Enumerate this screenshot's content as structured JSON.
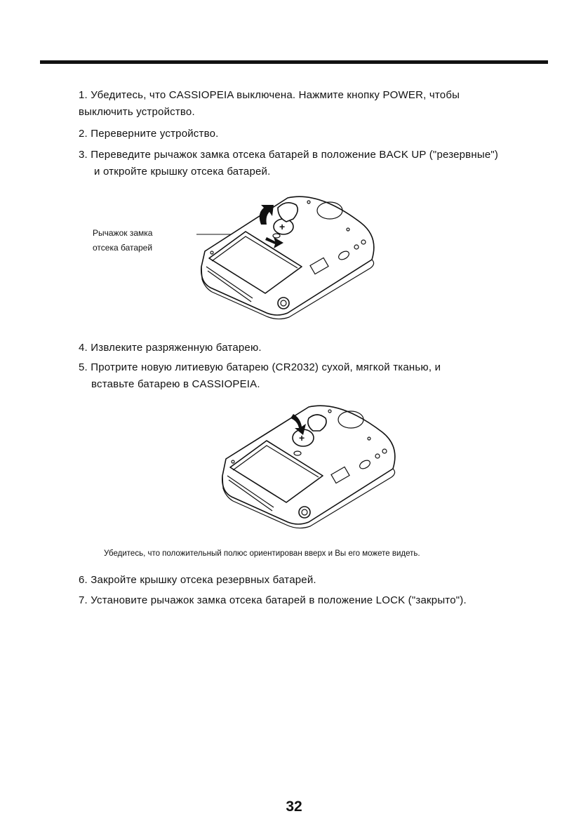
{
  "steps": {
    "s1_line1": "1. Убедитесь, что CASSIOPEIA выключена.  Нажмите кнопку POWER, чтобы",
    "s1_line2": "выключить устройство.",
    "s2": "2. Переверните устройство.",
    "s3_line1": "3. Переведите рычажок замка отсека батарей в положение BACK UP (\"резервные\")",
    "s3_line2": "и откройте крышку отсека батарей.",
    "s4": "4. Извлеките разряженную батарею.",
    "s5_line1": "5. Протрите новую литиевую батарею (CR2032) сухой, мягкой тканью, и",
    "s5_line2": "вставьте батарею в CASSIOPEIA.",
    "s6": "6. Закройте крышку отсека резервных батарей.",
    "s7": "7. Установите рычажок замка отсека батарей в положение LOCK (\"закрыто\")."
  },
  "figure1": {
    "label_line1": "Рычажок замка",
    "label_line2": "отсека батарей"
  },
  "figure2": {
    "caption": "Убедитесь, что положительный полюс ориентирован вверх и Вы его можете видеть."
  },
  "page_number": "32"
}
